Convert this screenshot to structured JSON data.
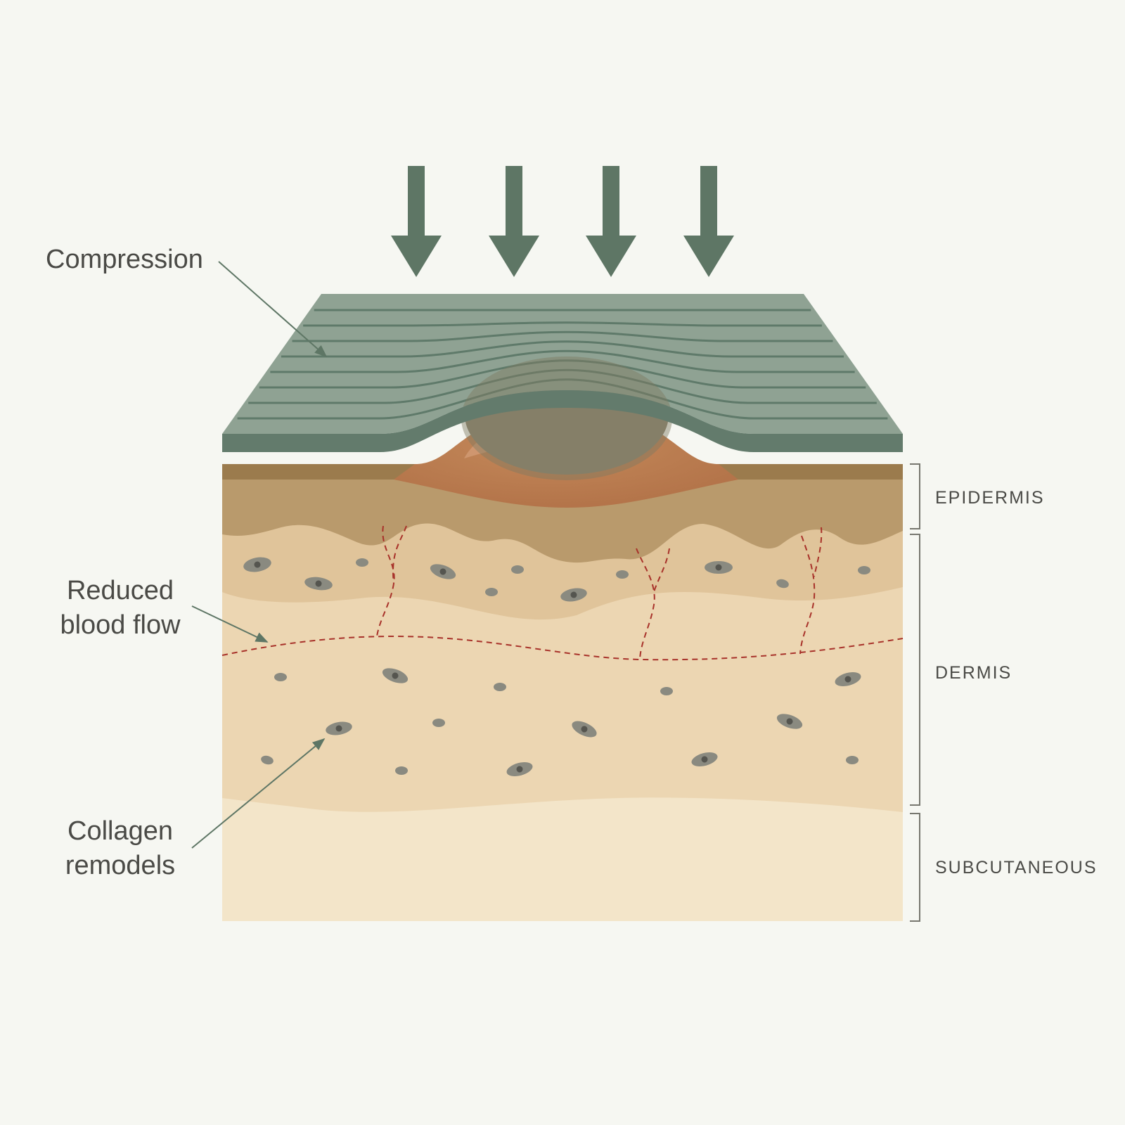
{
  "annotations": {
    "compression": "Compression",
    "blood_flow_line1": "Reduced",
    "blood_flow_line2": "blood flow",
    "collagen_line1": "Collagen",
    "collagen_line2": "remodels"
  },
  "layers": {
    "epidermis": "EPIDERMIS",
    "dermis": "DERMIS",
    "subcutaneous": "SUBCUTANEOUS"
  },
  "colors": {
    "background": "#f6f7f2",
    "pressure_arrows": "#5e7665",
    "pad": "#8fa293",
    "pad_edge": "#637b6c",
    "epidermis": "#b99a6c",
    "dermis": "#ecd6b2",
    "subcutaneous": "#f3e5c9",
    "lesion": "#b97a4e",
    "blood_vessel": "#a8322a",
    "cell": "#8a8a80"
  }
}
